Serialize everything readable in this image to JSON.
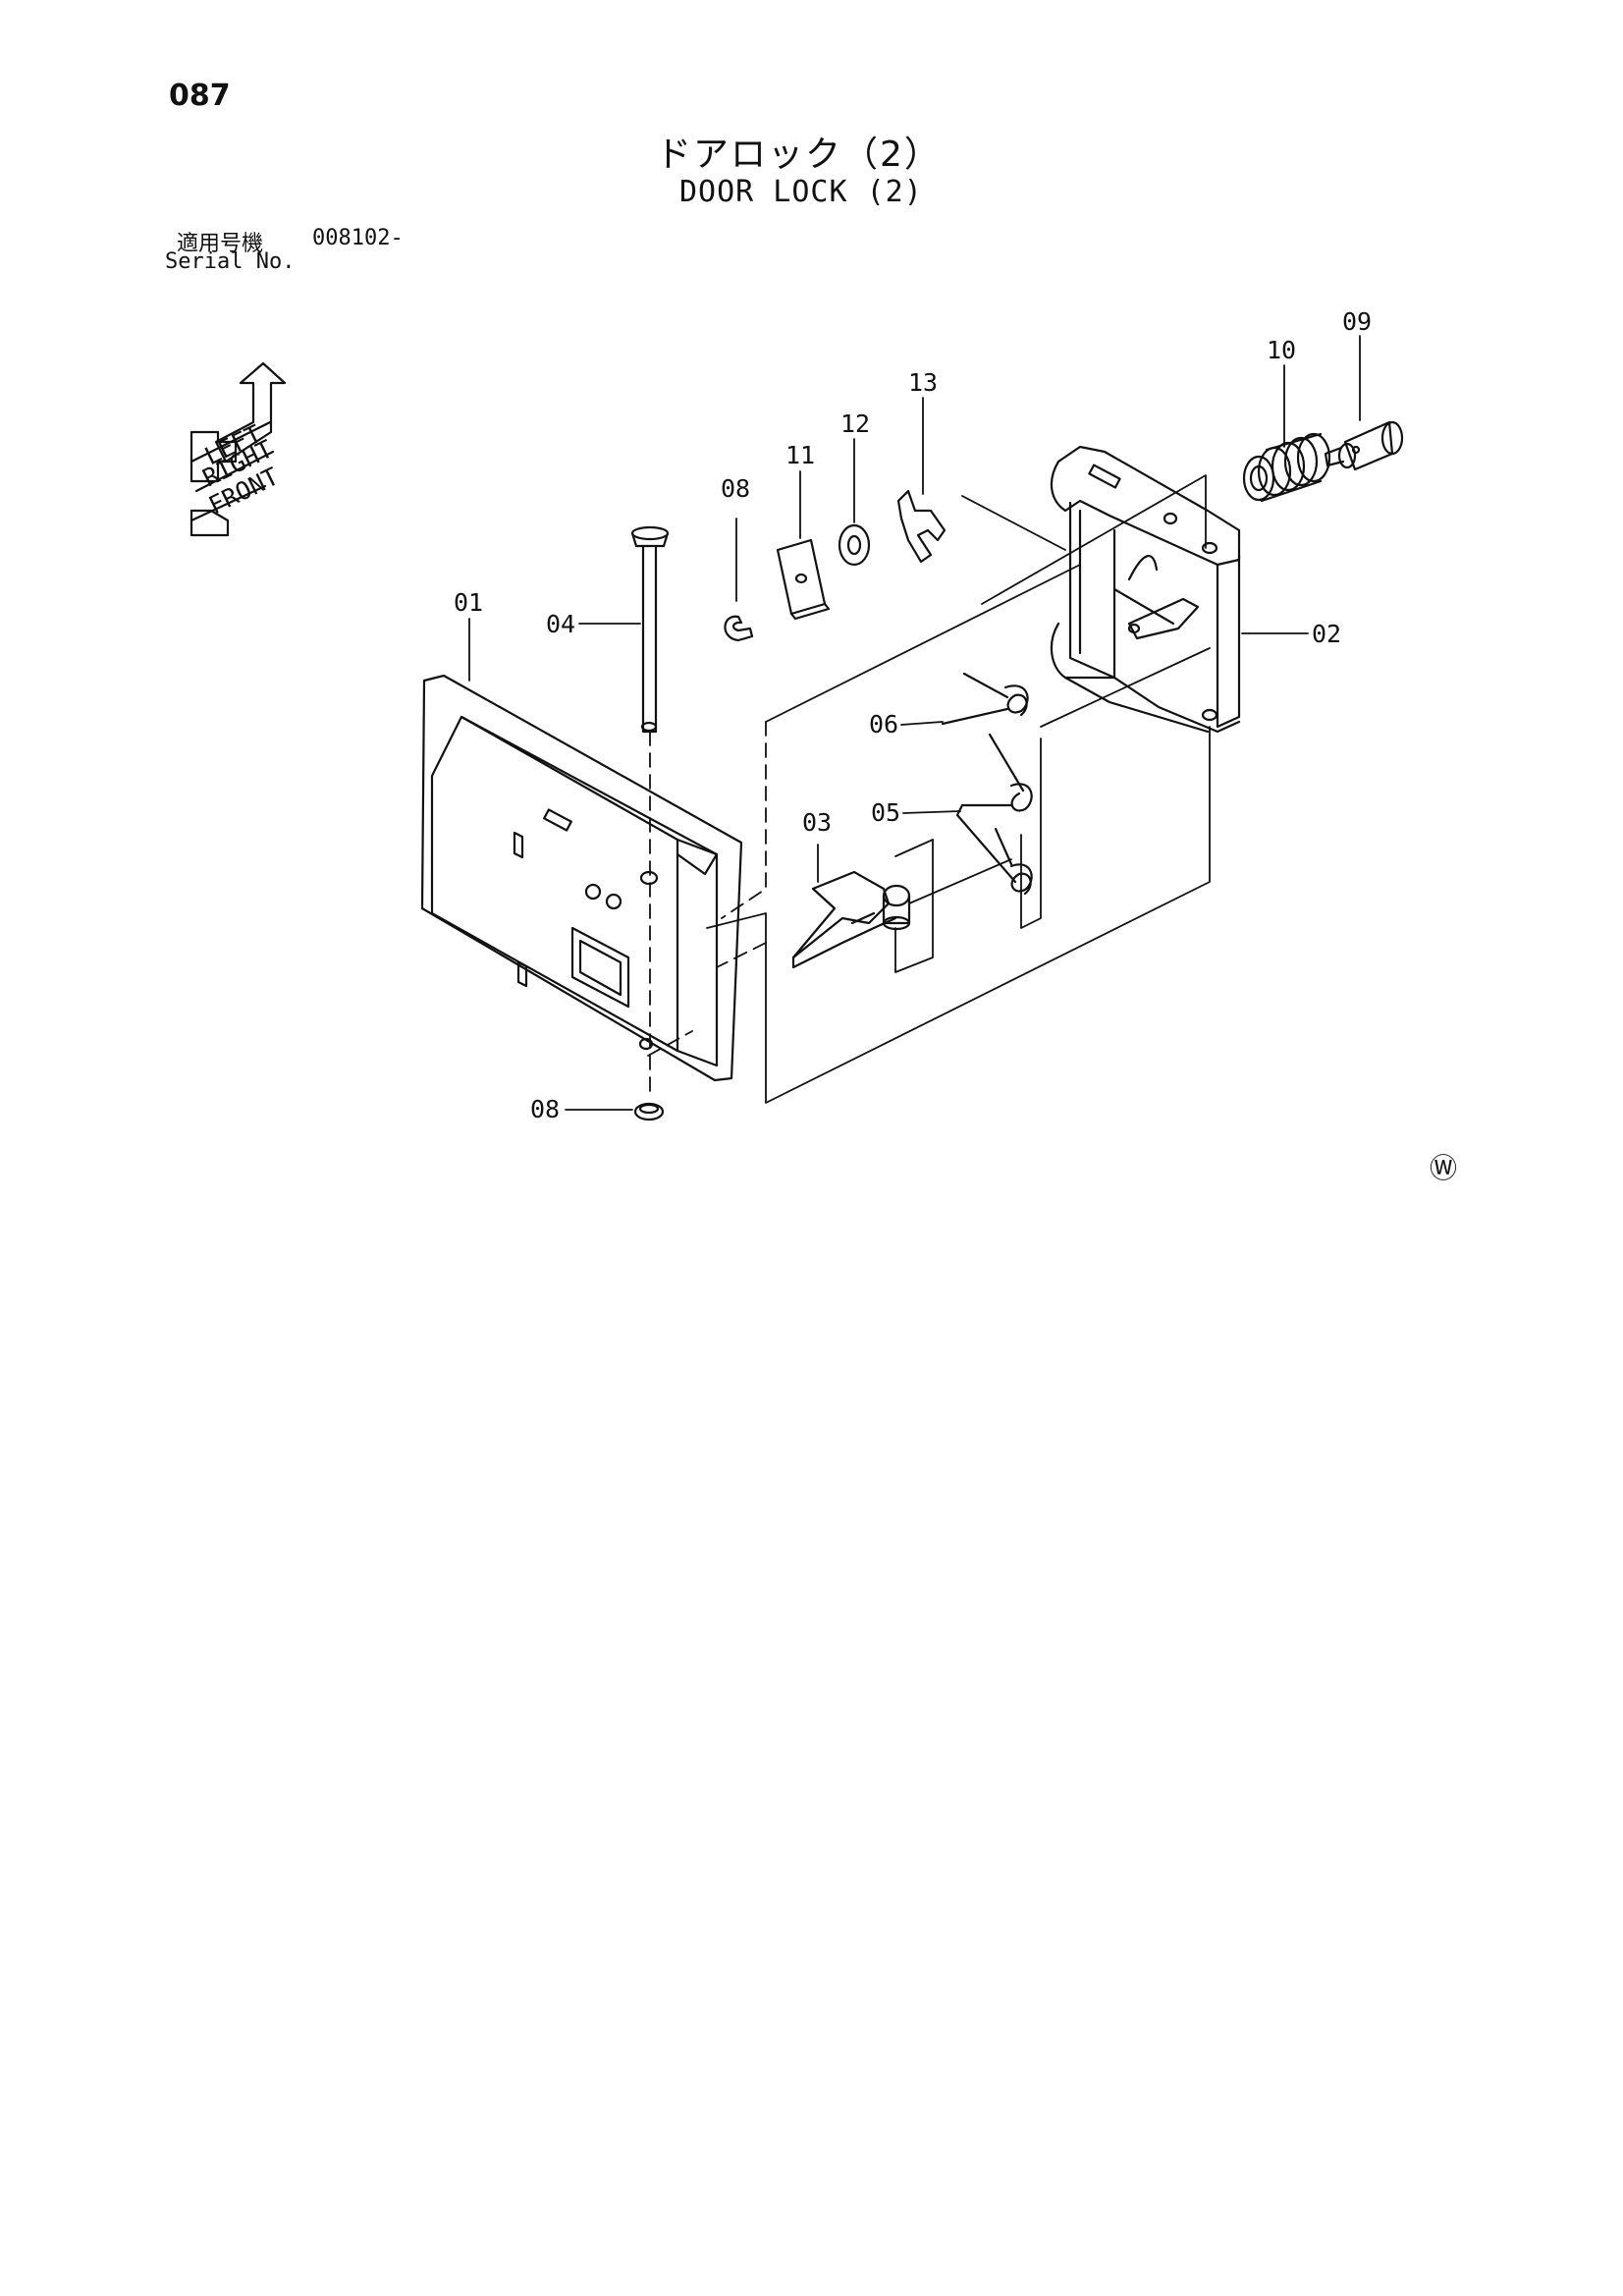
{
  "page_number": "087",
  "title_jp": "ドアロック（2）",
  "title_en": "DOOR LOCK (2)",
  "serial_label_jp": "適用号機",
  "serial_value": "008102-",
  "serial_label_en": "Serial No.",
  "direction_labels": [
    "LEFT",
    "RIGHT",
    "FRONT"
  ],
  "corner_mark": "Ⓦ",
  "callouts": {
    "p01": "01",
    "p02": "02",
    "p03": "03",
    "p04": "04",
    "p05": "05",
    "p06": "06",
    "p08a": "08",
    "p08b": "08",
    "p09": "09",
    "p10": "10",
    "p11": "11",
    "p12": "12",
    "p13": "13"
  }
}
